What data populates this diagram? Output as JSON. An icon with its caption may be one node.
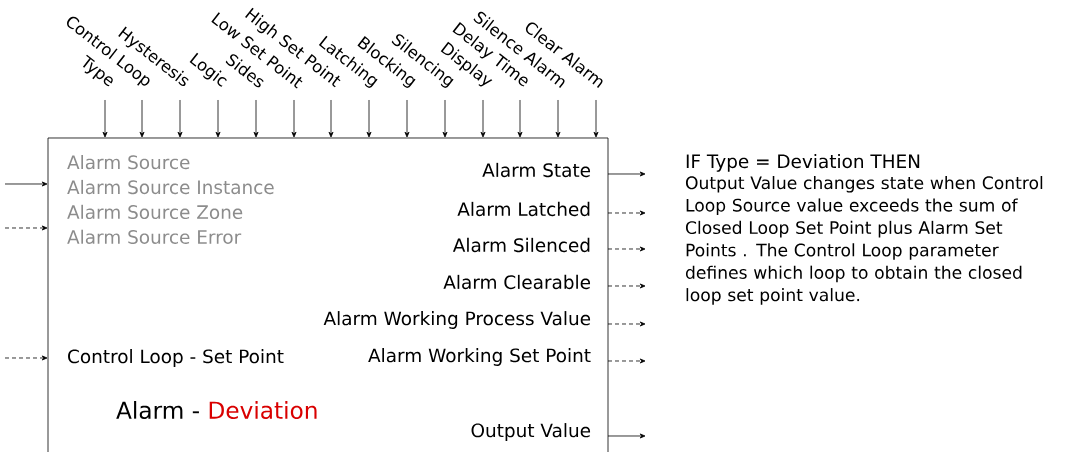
{
  "diagram": {
    "nodes": [
      {
        "text": [
          "Type"
        ]
      },
      {
        "text": [
          "Control Loop"
        ]
      },
      {
        "text": [
          "Hysteresis"
        ]
      },
      {
        "text": [
          "Logic"
        ]
      },
      {
        "text": [
          "Sides"
        ]
      },
      {
        "text": [
          "Low Set Point"
        ]
      },
      {
        "text": [
          "High Set Point"
        ]
      },
      {
        "text": [
          "Latching"
        ]
      },
      {
        "text": [
          "Blocking"
        ]
      },
      {
        "text": [
          "Silencing"
        ]
      },
      {
        "text": [
          "Display"
        ]
      },
      {
        "text": [
          "Delay Time"
        ]
      },
      {
        "text": [
          "Silence Alarm"
        ]
      },
      {
        "text": [
          "Clear Alarm"
        ]
      },
      {
        "text": [
          "Alarm -",
          "Deviation"
        ]
      },
      {
        "text": [
          "Alarm Source",
          "Alarm Source Instance",
          "Alarm Source Zone",
          "Alarm Source Error"
        ],
        "in": 14
      },
      {
        "text": [
          "Control Loop - Set Point"
        ],
        "in": 14
      },
      {
        "text": [
          "Alarm State"
        ],
        "in": 14
      },
      {
        "text": [
          "Alarm Latched"
        ],
        "in": 14
      },
      {
        "text": [
          "Alarm Silenced"
        ],
        "in": 14
      },
      {
        "text": [
          "Alarm Clearable"
        ],
        "in": 14
      },
      {
        "text": [
          "Alarm Working Process Value"
        ],
        "in": 14
      },
      {
        "text": [
          "Alarm Working Set Point"
        ],
        "in": 14
      },
      {
        "text": [
          "Output Value"
        ],
        "in": 14
      }
    ],
    "edges": [
      {
        "from": 0,
        "to": 14,
        "arrow": "to"
      },
      {
        "from": 1,
        "to": 14,
        "arrow": "to"
      },
      {
        "from": 2,
        "to": 14,
        "arrow": "to"
      },
      {
        "from": 3,
        "to": 14,
        "arrow": "to"
      },
      {
        "from": 4,
        "to": 14,
        "arrow": "to"
      },
      {
        "from": 5,
        "to": 14,
        "arrow": "to"
      },
      {
        "from": 6,
        "to": 14,
        "arrow": "to"
      },
      {
        "from": 7,
        "to": 14,
        "arrow": "to"
      },
      {
        "from": 8,
        "to": 14,
        "arrow": "to"
      },
      {
        "from": 9,
        "to": 14,
        "arrow": "to"
      },
      {
        "from": 10,
        "to": 14,
        "arrow": "to"
      },
      {
        "from": 11,
        "to": 14,
        "arrow": "to"
      },
      {
        "from": 12,
        "to": 14,
        "arrow": "to"
      },
      {
        "from": 13,
        "to": 14,
        "arrow": "to"
      },
      {
        "from": null,
        "to": 15,
        "arrow": "to"
      },
      {
        "from": null,
        "to": 15,
        "arrow": "to",
        "style": "dashed"
      },
      {
        "from": null,
        "to": 16,
        "arrow": "to",
        "style": "dashed"
      },
      {
        "from": 17,
        "to": null,
        "arrow": "to"
      },
      {
        "from": 18,
        "to": null,
        "arrow": "to",
        "style": "dashed"
      },
      {
        "from": 19,
        "to": null,
        "arrow": "to",
        "style": "dashed"
      },
      {
        "from": 20,
        "to": null,
        "arrow": "to",
        "style": "dashed"
      },
      {
        "from": 21,
        "to": null,
        "arrow": "to",
        "style": "dashed"
      },
      {
        "from": 22,
        "to": null,
        "arrow": "to",
        "style": "dashed"
      },
      {
        "from": 23,
        "to": null,
        "arrow": "to"
      }
    ],
    "labels": [
      "IF Type = Deviation THEN",
      "Output Value changes state when Control Loop Source value exceeds the sum of Closed Loop Set Point plus Alarm Set Points . The Control Loop parameter defines which loop to obtain the closed loop set point value."
    ]
  }
}
